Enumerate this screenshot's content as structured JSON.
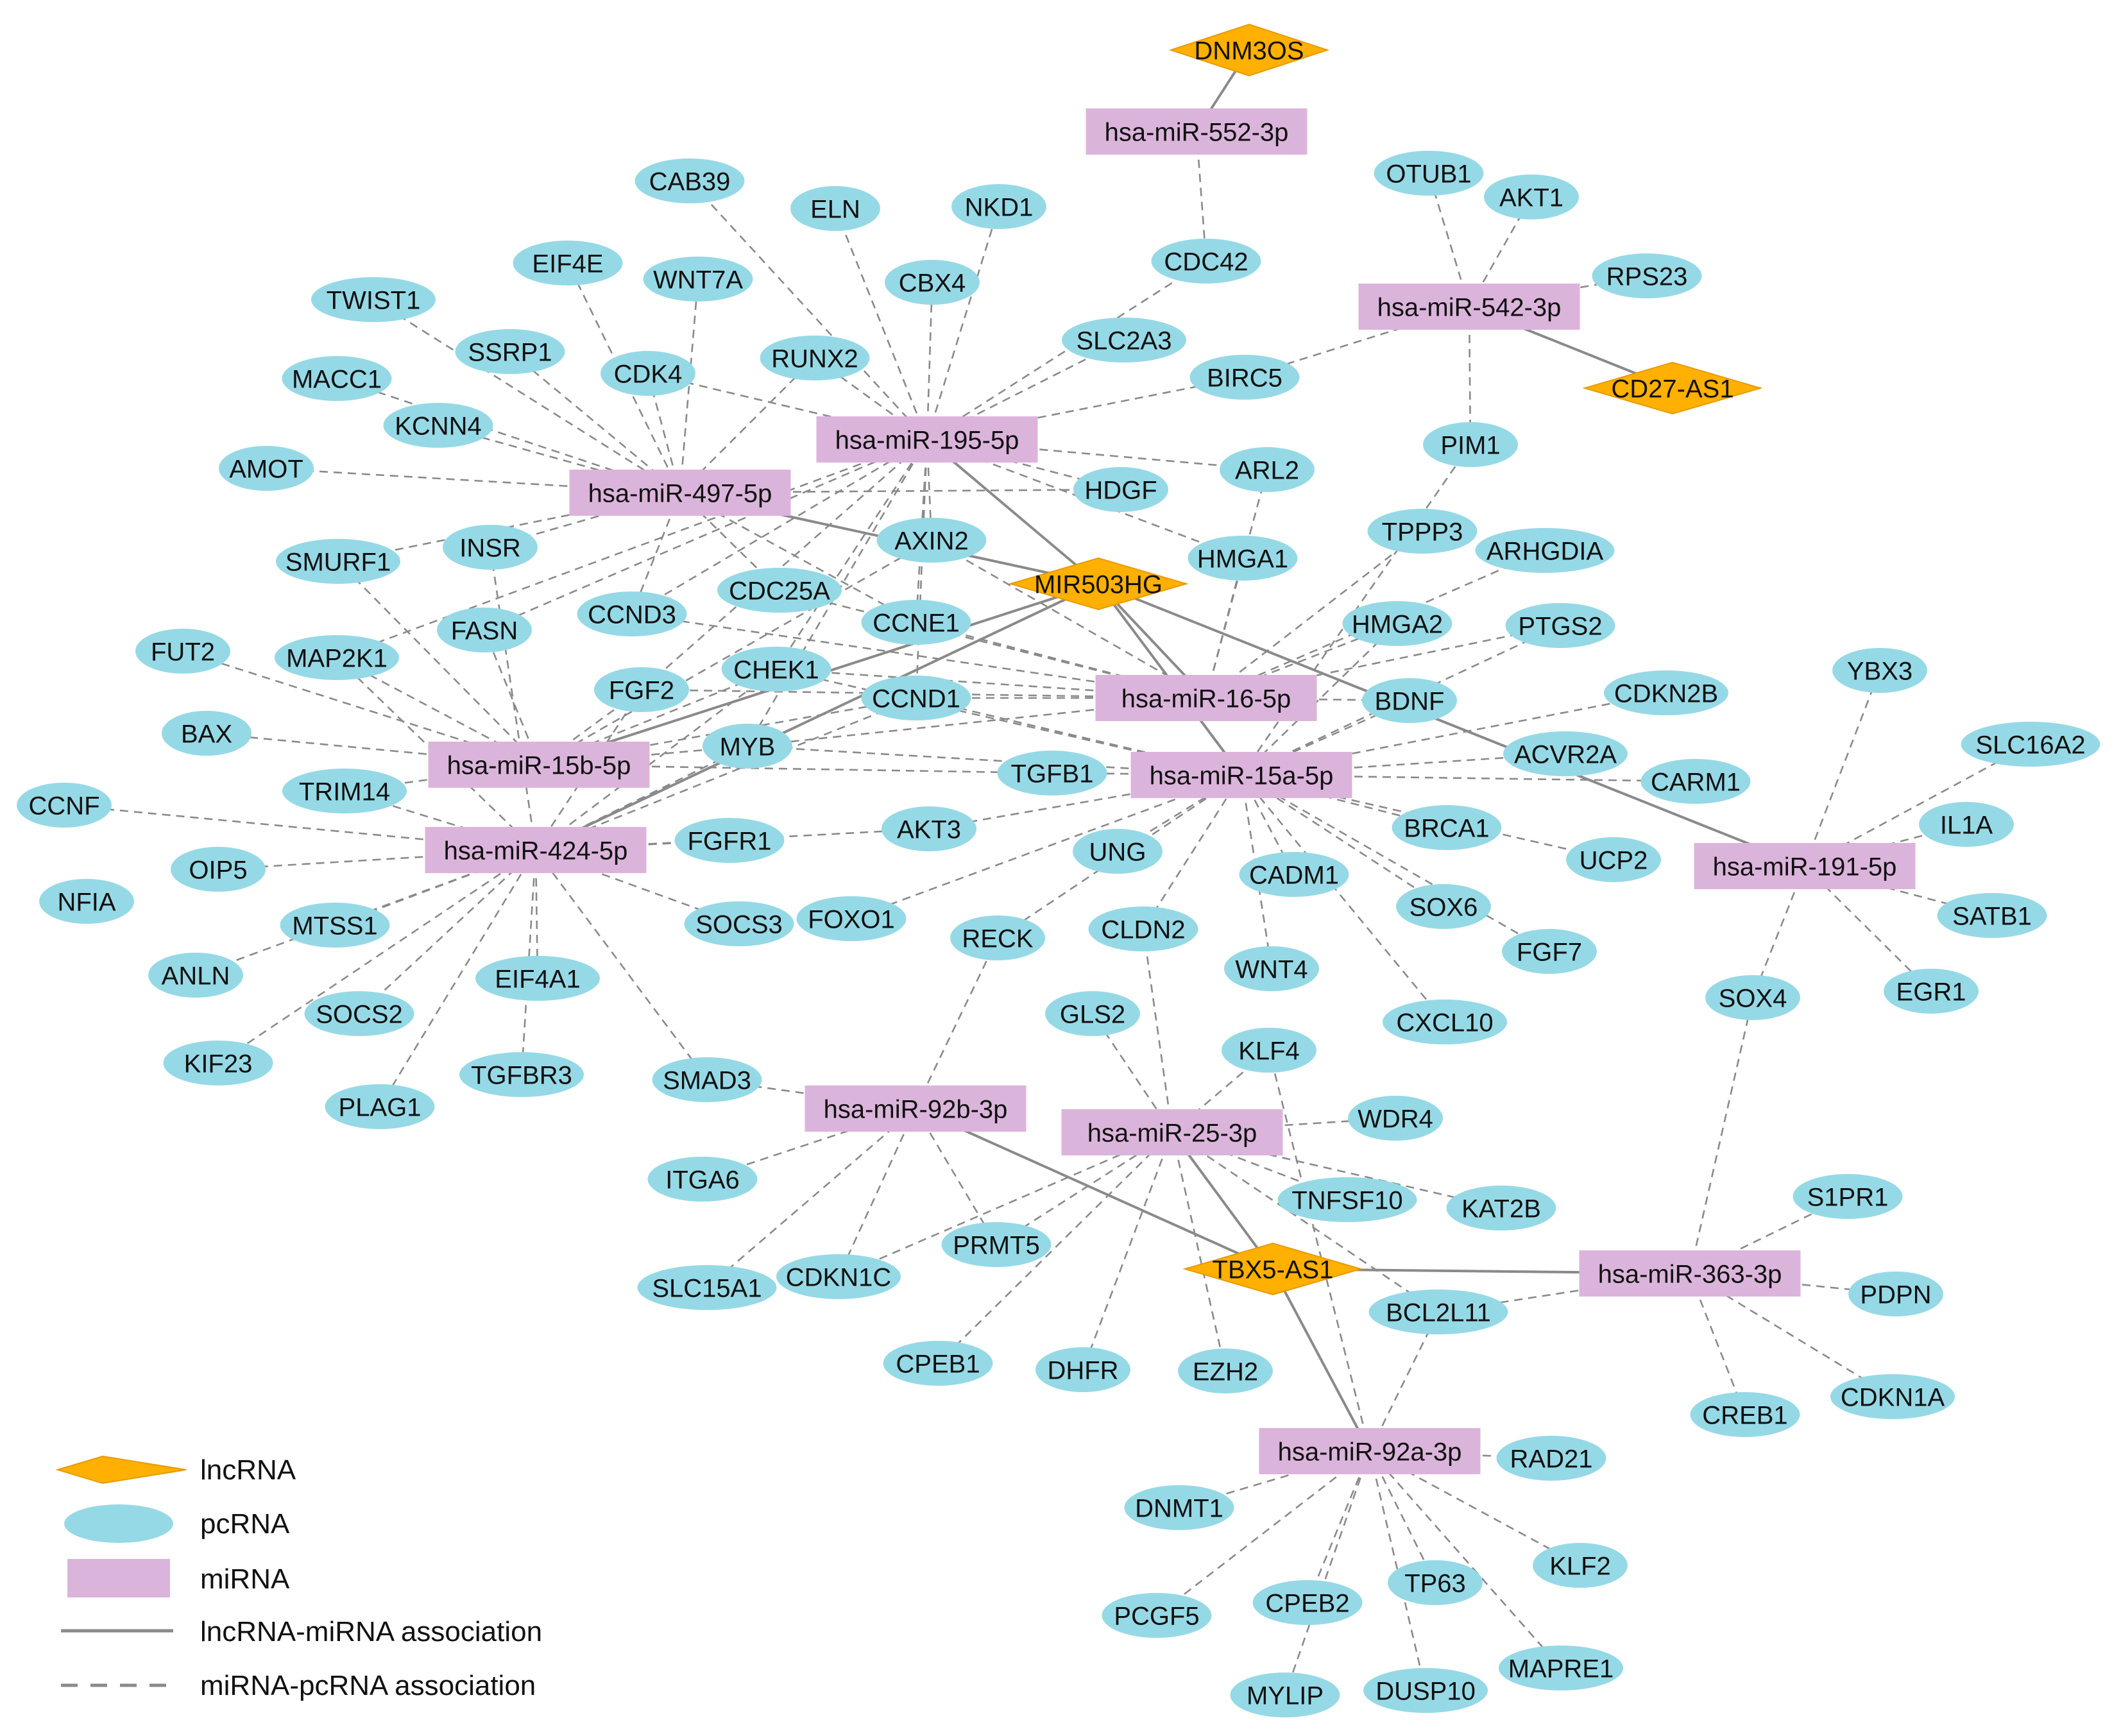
{
  "colors": {
    "lncRNA": "#FFB000",
    "lncRNA_stroke": "#E89A00",
    "pcRNA": "#96D9E6",
    "miRNA": "#DBB4DB",
    "edge": "#8A8A8A",
    "text": "#111111"
  },
  "legend": {
    "lncRNA": "lncRNA",
    "pcRNA": "pcRNA",
    "miRNA": "miRNA",
    "lnc_mi": "lncRNA-miRNA association",
    "mi_pc": "miRNA-pcRNA association"
  },
  "lncRNAs": [
    "DNM3OS",
    "CD27-AS1",
    "MIR503HG",
    "TBX5-AS1"
  ],
  "miRNAs": [
    "hsa-miR-552-3p",
    "hsa-miR-542-3p",
    "hsa-miR-195-5p",
    "hsa-miR-497-5p",
    "hsa-miR-16-5p",
    "hsa-miR-15b-5p",
    "hsa-miR-15a-5p",
    "hsa-miR-424-5p",
    "hsa-miR-191-5p",
    "hsa-miR-92b-3p",
    "hsa-miR-25-3p",
    "hsa-miR-363-3p",
    "hsa-miR-92a-3p"
  ],
  "pcRNAs": [
    "CAB39",
    "ELN",
    "NKD1",
    "OTUB1",
    "AKT1",
    "EIF4E",
    "WNT7A",
    "CBX4",
    "CDC42",
    "RPS23",
    "TWIST1",
    "SSRP1",
    "CDK4",
    "RUNX2",
    "SLC2A3",
    "BIRC5",
    "MACC1",
    "KCNN4",
    "PIM1",
    "AMOT",
    "ARL2",
    "HDGF",
    "AXIN2",
    "HMGA1",
    "TPPP3",
    "ARHGDIA",
    "SMURF1",
    "INSR",
    "CDC25A",
    "FASN",
    "CCND3",
    "CCNE1",
    "HMGA2",
    "PTGS2",
    "FUT2",
    "MAP2K1",
    "CHEK1",
    "FGF2",
    "CCND1",
    "BDNF",
    "CDKN2B",
    "YBX3",
    "BAX",
    "MYB",
    "ACVR2A",
    "SLC16A2",
    "TRIM14",
    "TGFB1",
    "CARM1",
    "CCNF",
    "AKT3",
    "FGFR1",
    "BRCA1",
    "IL1A",
    "OIP5",
    "UNG",
    "UCP2",
    "NFIA",
    "SOCS3",
    "FOXO1",
    "CADM1",
    "SOX6",
    "SATB1",
    "MTSS1",
    "RECK",
    "CLDN2",
    "FGF7",
    "ANLN",
    "EIF4A1",
    "WNT4",
    "EGR1",
    "SOCS2",
    "GLS2",
    "CXCL10",
    "SOX4",
    "KIF23",
    "TGFBR3",
    "KLF4",
    "SMAD3",
    "PLAG1",
    "WDR4",
    "ITGA6",
    "TNFSF10",
    "KAT2B",
    "S1PR1",
    "PRMT5",
    "SLC15A1",
    "CDKN1C",
    "BCL2L11",
    "PDPN",
    "CPEB1",
    "DHFR",
    "EZH2",
    "CREB1",
    "CDKN1A",
    "RAD21",
    "DNMT1",
    "KLF2",
    "TP63",
    "PCGF5",
    "CPEB2",
    "MAPRE1",
    "MYLIP",
    "DUSP10"
  ],
  "lnc_mi_edges": [
    [
      "DNM3OS",
      "hsa-miR-552-3p"
    ],
    [
      "CD27-AS1",
      "hsa-miR-542-3p"
    ],
    [
      "MIR503HG",
      "hsa-miR-195-5p"
    ],
    [
      "MIR503HG",
      "hsa-miR-497-5p"
    ],
    [
      "MIR503HG",
      "hsa-miR-16-5p"
    ],
    [
      "MIR503HG",
      "hsa-miR-15b-5p"
    ],
    [
      "MIR503HG",
      "hsa-miR-424-5p"
    ],
    [
      "MIR503HG",
      "hsa-miR-15a-5p"
    ],
    [
      "MIR503HG",
      "hsa-miR-191-5p"
    ],
    [
      "TBX5-AS1",
      "hsa-miR-92b-3p"
    ],
    [
      "TBX5-AS1",
      "hsa-miR-25-3p"
    ],
    [
      "TBX5-AS1",
      "hsa-miR-363-3p"
    ],
    [
      "TBX5-AS1",
      "hsa-miR-92a-3p"
    ]
  ],
  "mi_pc_edges": [
    [
      "hsa-miR-552-3p",
      "CDC42"
    ],
    [
      "hsa-miR-542-3p",
      "OTUB1"
    ],
    [
      "hsa-miR-542-3p",
      "AKT1"
    ],
    [
      "hsa-miR-542-3p",
      "RPS23"
    ],
    [
      "hsa-miR-542-3p",
      "BIRC5"
    ],
    [
      "hsa-miR-542-3p",
      "PIM1"
    ],
    [
      "hsa-miR-195-5p",
      "CAB39"
    ],
    [
      "hsa-miR-195-5p",
      "ELN"
    ],
    [
      "hsa-miR-195-5p",
      "NKD1"
    ],
    [
      "hsa-miR-195-5p",
      "CBX4"
    ],
    [
      "hsa-miR-195-5p",
      "RUNX2"
    ],
    [
      "hsa-miR-195-5p",
      "SLC2A3"
    ],
    [
      "hsa-miR-195-5p",
      "CDC42"
    ],
    [
      "hsa-miR-195-5p",
      "BIRC5"
    ],
    [
      "hsa-miR-195-5p",
      "CDK4"
    ],
    [
      "hsa-miR-195-5p",
      "ARL2"
    ],
    [
      "hsa-miR-195-5p",
      "HDGF"
    ],
    [
      "hsa-miR-195-5p",
      "AXIN2"
    ],
    [
      "hsa-miR-195-5p",
      "CCNE1"
    ],
    [
      "hsa-miR-195-5p",
      "CCND3"
    ],
    [
      "hsa-miR-195-5p",
      "CHEK1"
    ],
    [
      "hsa-miR-195-5p",
      "FGF2"
    ],
    [
      "hsa-miR-195-5p",
      "MYB"
    ],
    [
      "hsa-miR-195-5p",
      "MAP2K1"
    ],
    [
      "hsa-miR-195-5p",
      "CCND1"
    ],
    [
      "hsa-miR-195-5p",
      "HMGA1"
    ],
    [
      "hsa-miR-195-5p",
      "FASN"
    ],
    [
      "hsa-miR-497-5p",
      "TWIST1"
    ],
    [
      "hsa-miR-497-5p",
      "EIF4E"
    ],
    [
      "hsa-miR-497-5p",
      "WNT7A"
    ],
    [
      "hsa-miR-497-5p",
      "SSRP1"
    ],
    [
      "hsa-miR-497-5p",
      "CDK4"
    ],
    [
      "hsa-miR-497-5p",
      "MACC1"
    ],
    [
      "hsa-miR-497-5p",
      "KCNN4"
    ],
    [
      "hsa-miR-497-5p",
      "AMOT"
    ],
    [
      "hsa-miR-497-5p",
      "SMURF1"
    ],
    [
      "hsa-miR-497-5p",
      "INSR"
    ],
    [
      "hsa-miR-497-5p",
      "CDC25A"
    ],
    [
      "hsa-miR-497-5p",
      "CCNE1"
    ],
    [
      "hsa-miR-497-5p",
      "CCND3"
    ],
    [
      "hsa-miR-497-5p",
      "RUNX2"
    ],
    [
      "hsa-miR-497-5p",
      "HDGF"
    ],
    [
      "hsa-miR-16-5p",
      "HMGA1"
    ],
    [
      "hsa-miR-16-5p",
      "TPPP3"
    ],
    [
      "hsa-miR-16-5p",
      "ARHGDIA"
    ],
    [
      "hsa-miR-16-5p",
      "HMGA2"
    ],
    [
      "hsa-miR-16-5p",
      "PTGS2"
    ],
    [
      "hsa-miR-16-5p",
      "BDNF"
    ],
    [
      "hsa-miR-16-5p",
      "CCND1"
    ],
    [
      "hsa-miR-16-5p",
      "CCNE1"
    ],
    [
      "hsa-miR-16-5p",
      "CCND3"
    ],
    [
      "hsa-miR-16-5p",
      "CDC25A"
    ],
    [
      "hsa-miR-16-5p",
      "MYB"
    ],
    [
      "hsa-miR-16-5p",
      "FGF2"
    ],
    [
      "hsa-miR-16-5p",
      "CHEK1"
    ],
    [
      "hsa-miR-16-5p",
      "ARL2"
    ],
    [
      "hsa-miR-16-5p",
      "AXIN2"
    ],
    [
      "hsa-miR-15b-5p",
      "FUT2"
    ],
    [
      "hsa-miR-15b-5p",
      "BAX"
    ],
    [
      "hsa-miR-15b-5p",
      "MAP2K1"
    ],
    [
      "hsa-miR-15b-5p",
      "FASN"
    ],
    [
      "hsa-miR-15b-5p",
      "CHEK1"
    ],
    [
      "hsa-miR-15b-5p",
      "FGF2"
    ],
    [
      "hsa-miR-15b-5p",
      "CCND1"
    ],
    [
      "hsa-miR-15b-5p",
      "MYB"
    ],
    [
      "hsa-miR-15b-5p",
      "TGFB1"
    ],
    [
      "hsa-miR-15b-5p",
      "AXIN2"
    ],
    [
      "hsa-miR-15b-5p",
      "TRIM14"
    ],
    [
      "hsa-miR-15b-5p",
      "SMURF1"
    ],
    [
      "hsa-miR-15a-5p",
      "CDKN2B"
    ],
    [
      "hsa-miR-15a-5p",
      "ACVR2A"
    ],
    [
      "hsa-miR-15a-5p",
      "CARM1"
    ],
    [
      "hsa-miR-15a-5p",
      "BRCA1"
    ],
    [
      "hsa-miR-15a-5p",
      "UCP2"
    ],
    [
      "hsa-miR-15a-5p",
      "SOX6"
    ],
    [
      "hsa-miR-15a-5p",
      "FGF7"
    ],
    [
      "hsa-miR-15a-5p",
      "CADM1"
    ],
    [
      "hsa-miR-15a-5p",
      "CXCL10"
    ],
    [
      "hsa-miR-15a-5p",
      "WNT4"
    ],
    [
      "hsa-miR-15a-5p",
      "UNG"
    ],
    [
      "hsa-miR-15a-5p",
      "RECK"
    ],
    [
      "hsa-miR-15a-5p",
      "CLDN2"
    ],
    [
      "hsa-miR-15a-5p",
      "TGFB1"
    ],
    [
      "hsa-miR-15a-5p",
      "AKT3"
    ],
    [
      "hsa-miR-15a-5p",
      "FOXO1"
    ],
    [
      "hsa-miR-15a-5p",
      "CCND1"
    ],
    [
      "hsa-miR-15a-5p",
      "MYB"
    ],
    [
      "hsa-miR-15a-5p",
      "CHEK1"
    ],
    [
      "hsa-miR-15a-5p",
      "BDNF"
    ],
    [
      "hsa-miR-15a-5p",
      "HMGA2"
    ],
    [
      "hsa-miR-15a-5p",
      "PTGS2"
    ],
    [
      "hsa-miR-15a-5p",
      "PIM1"
    ],
    [
      "hsa-miR-424-5p",
      "CCNF"
    ],
    [
      "hsa-miR-424-5p",
      "OIP5"
    ],
    [
      "hsa-miR-424-5p",
      "MTSS1"
    ],
    [
      "hsa-miR-424-5p",
      "ANLN"
    ],
    [
      "hsa-miR-424-5p",
      "SOCS2"
    ],
    [
      "hsa-miR-424-5p",
      "KIF23"
    ],
    [
      "hsa-miR-424-5p",
      "PLAG1"
    ],
    [
      "hsa-miR-424-5p",
      "EIF4A1"
    ],
    [
      "hsa-miR-424-5p",
      "TGFBR3"
    ],
    [
      "hsa-miR-424-5p",
      "SMAD3"
    ],
    [
      "hsa-miR-424-5p",
      "FGFR1"
    ],
    [
      "hsa-miR-424-5p",
      "AKT3"
    ],
    [
      "hsa-miR-424-5p",
      "CHEK1"
    ],
    [
      "hsa-miR-424-5p",
      "MYB"
    ],
    [
      "hsa-miR-424-5p",
      "FGF2"
    ],
    [
      "hsa-miR-424-5p",
      "TRIM14"
    ],
    [
      "hsa-miR-424-5p",
      "CCND1"
    ],
    [
      "hsa-miR-424-5p",
      "INSR"
    ],
    [
      "hsa-miR-424-5p",
      "SOCS3"
    ],
    [
      "hsa-miR-424-5p",
      "MAP2K1"
    ],
    [
      "hsa-miR-191-5p",
      "YBX3"
    ],
    [
      "hsa-miR-191-5p",
      "SLC16A2"
    ],
    [
      "hsa-miR-191-5p",
      "IL1A"
    ],
    [
      "hsa-miR-191-5p",
      "SATB1"
    ],
    [
      "hsa-miR-191-5p",
      "EGR1"
    ],
    [
      "hsa-miR-191-5p",
      "SOX4"
    ],
    [
      "hsa-miR-92b-3p",
      "RECK"
    ],
    [
      "hsa-miR-92b-3p",
      "SMAD3"
    ],
    [
      "hsa-miR-92b-3p",
      "ITGA6"
    ],
    [
      "hsa-miR-92b-3p",
      "SLC15A1"
    ],
    [
      "hsa-miR-92b-3p",
      "CDKN1C"
    ],
    [
      "hsa-miR-92b-3p",
      "PRMT5"
    ],
    [
      "hsa-miR-25-3p",
      "GLS2"
    ],
    [
      "hsa-miR-25-3p",
      "KLF4"
    ],
    [
      "hsa-miR-25-3p",
      "WDR4"
    ],
    [
      "hsa-miR-25-3p",
      "TNFSF10"
    ],
    [
      "hsa-miR-25-3p",
      "KAT2B"
    ],
    [
      "hsa-miR-25-3p",
      "PRMT5"
    ],
    [
      "hsa-miR-25-3p",
      "CPEB1"
    ],
    [
      "hsa-miR-25-3p",
      "DHFR"
    ],
    [
      "hsa-miR-25-3p",
      "EZH2"
    ],
    [
      "hsa-miR-25-3p",
      "CDKN1C"
    ],
    [
      "hsa-miR-25-3p",
      "BCL2L11"
    ],
    [
      "hsa-miR-25-3p",
      "CLDN2"
    ],
    [
      "hsa-miR-363-3p",
      "S1PR1"
    ],
    [
      "hsa-miR-363-3p",
      "PDPN"
    ],
    [
      "hsa-miR-363-3p",
      "CDKN1A"
    ],
    [
      "hsa-miR-363-3p",
      "CREB1"
    ],
    [
      "hsa-miR-363-3p",
      "BCL2L11"
    ],
    [
      "hsa-miR-363-3p",
      "SOX4"
    ],
    [
      "hsa-miR-92a-3p",
      "RAD21"
    ],
    [
      "hsa-miR-92a-3p",
      "DNMT1"
    ],
    [
      "hsa-miR-92a-3p",
      "KLF2"
    ],
    [
      "hsa-miR-92a-3p",
      "TP63"
    ],
    [
      "hsa-miR-92a-3p",
      "PCGF5"
    ],
    [
      "hsa-miR-92a-3p",
      "CPEB2"
    ],
    [
      "hsa-miR-92a-3p",
      "MAPRE1"
    ],
    [
      "hsa-miR-92a-3p",
      "MYLIP"
    ],
    [
      "hsa-miR-92a-3p",
      "DUSP10"
    ],
    [
      "hsa-miR-92a-3p",
      "BCL2L11"
    ],
    [
      "hsa-miR-92a-3p",
      "KLF4"
    ]
  ]
}
